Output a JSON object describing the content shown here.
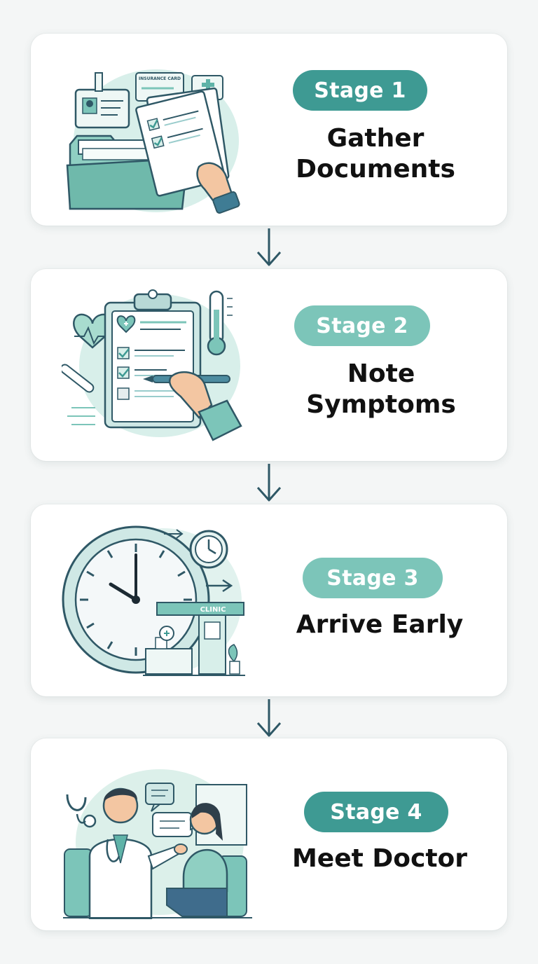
{
  "stages": [
    {
      "badge": "Stage 1",
      "title_line1": "Gather",
      "title_line2": "Documents",
      "illustration": "documents-folder-clipboard",
      "card_text": "INSURANCE CARD"
    },
    {
      "badge": "Stage 2",
      "title_line1": "Note",
      "title_line2": "Symptoms",
      "illustration": "clipboard-symptoms-thermometer"
    },
    {
      "badge": "Stage 3",
      "title": "Arrive Early",
      "illustration": "clock-clinic",
      "sign_text": "CLINIC"
    },
    {
      "badge": "Stage 4",
      "title": "Meet Doctor",
      "illustration": "doctor-patient-consultation"
    }
  ],
  "colors": {
    "badge_dark": "#3e9a93",
    "badge_light": "#7cc5b9",
    "arrow": "#2f5866",
    "title": "#111111",
    "accent_teal": "#5fb3a8"
  },
  "connector_icon": "down-arrow-icon"
}
